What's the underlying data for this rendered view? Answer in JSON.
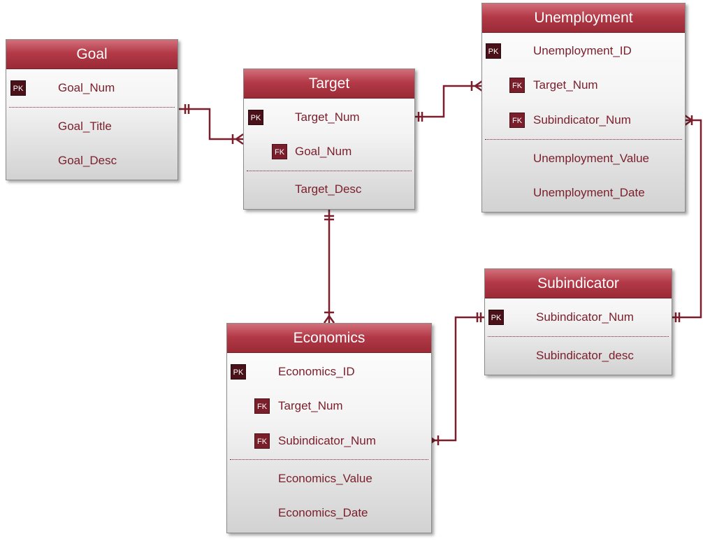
{
  "entities": {
    "goal": {
      "title": "Goal",
      "fields": [
        {
          "key": "PK",
          "name": "Goal_Num"
        },
        {
          "key": "",
          "name": "Goal_Title"
        },
        {
          "key": "",
          "name": "Goal_Desc"
        }
      ]
    },
    "target": {
      "title": "Target",
      "fields": [
        {
          "key": "PK",
          "name": "Target_Num"
        },
        {
          "key": "FK",
          "name": "Goal_Num"
        },
        {
          "key": "",
          "name": "Target_Desc"
        }
      ]
    },
    "unemployment": {
      "title": "Unemployment",
      "fields": [
        {
          "key": "PK",
          "name": "Unemployment_ID"
        },
        {
          "key": "FK",
          "name": "Target_Num"
        },
        {
          "key": "FK",
          "name": "Subindicator_Num"
        },
        {
          "key": "",
          "name": "Unemployment_Value"
        },
        {
          "key": "",
          "name": "Unemployment_Date"
        }
      ]
    },
    "subindicator": {
      "title": "Subindicator",
      "fields": [
        {
          "key": "PK",
          "name": "Subindicator_Num"
        },
        {
          "key": "",
          "name": "Subindicator_desc"
        }
      ]
    },
    "economics": {
      "title": "Economics",
      "fields": [
        {
          "key": "PK",
          "name": "Economics_ID"
        },
        {
          "key": "FK",
          "name": "Target_Num"
        },
        {
          "key": "FK",
          "name": "Subindicator_Num"
        },
        {
          "key": "",
          "name": "Economics_Value"
        },
        {
          "key": "",
          "name": "Economics_Date"
        }
      ]
    }
  },
  "relationships": [
    {
      "from": "Goal.Goal_Num",
      "to": "Target.Goal_Num",
      "cardinality": "one-to-many"
    },
    {
      "from": "Target.Target_Num",
      "to": "Unemployment.Target_Num",
      "cardinality": "one-to-many"
    },
    {
      "from": "Target.Target_Num",
      "to": "Economics.Target_Num",
      "cardinality": "one-to-many"
    },
    {
      "from": "Subindicator.Subindicator_Num",
      "to": "Unemployment.Subindicator_Num",
      "cardinality": "one-to-many"
    },
    {
      "from": "Subindicator.Subindicator_Num",
      "to": "Economics.Subindicator_Num",
      "cardinality": "one-to-many"
    }
  ],
  "colors": {
    "header": "#b43a48",
    "field_text": "#7a1e2b",
    "connector": "#7a1e2b",
    "pk_badge": "#4a1218",
    "fk_badge": "#7a1e2b"
  }
}
